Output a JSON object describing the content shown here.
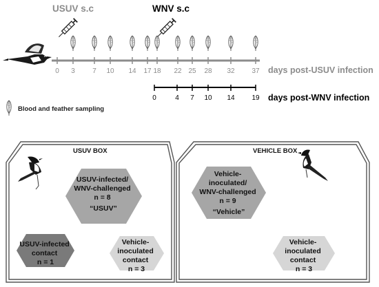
{
  "timeline": {
    "usuv_inoculation_label": "USUV s.c",
    "wnv_inoculation_label": "WNV s.c",
    "usuv_days": [
      "0",
      "3",
      "7",
      "10",
      "14",
      "17",
      "18",
      "22",
      "25",
      "28",
      "32",
      "37"
    ],
    "usuv_axis_label": "days post-USUV infection",
    "wnv_days": [
      "0",
      "4",
      "7",
      "10",
      "14",
      "19"
    ],
    "wnv_axis_label": "days post-WNV infection",
    "sampling_legend": "Blood and feather sampling",
    "usuv_label_color": "#8c8c8c",
    "wnv_label_color": "#000000"
  },
  "usuv_box": {
    "title": "USUV BOX",
    "main_group": [
      "USUV-infected/",
      "WNV-challenged",
      "n = 8",
      "“USUV”"
    ],
    "contact_infected": [
      "USUV-infected",
      "contact",
      "n = 1"
    ],
    "contact_vehicle": [
      "Vehicle-",
      "inoculated",
      "contact",
      "n = 3"
    ]
  },
  "vehicle_box": {
    "title": "VEHICLE BOX",
    "main_group": [
      "Vehicle-",
      "inoculated/",
      "WNV-challenged",
      "n = 9",
      "“Vehicle”"
    ],
    "contact_vehicle": [
      "Vehicle-",
      "inoculated",
      "contact",
      "n = 3"
    ]
  },
  "colors": {
    "hex_dark": "#7a7a7a",
    "hex_mid": "#a6a6a6",
    "hex_light": "#d6d6d6",
    "box_border": "#555555",
    "axis_usuv": "#8c8c8c",
    "axis_wnv": "#000000"
  },
  "icons": {
    "bird": "magpie-icon",
    "syringe": "syringe-icon",
    "feather": "feather-icon"
  }
}
